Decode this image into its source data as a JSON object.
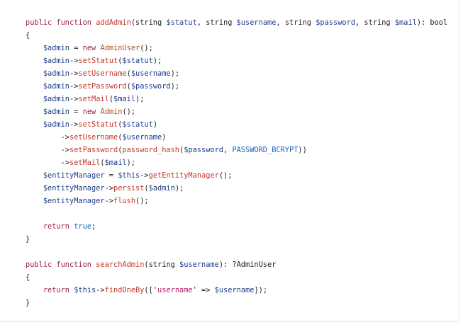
{
  "code_lines": [
    [
      [
        "kw",
        "public function "
      ],
      [
        "fn",
        "addAdmin"
      ],
      [
        "p",
        "(string "
      ],
      [
        "v",
        "$statut"
      ],
      [
        "p",
        ", string "
      ],
      [
        "v",
        "$username"
      ],
      [
        "p",
        ", string "
      ],
      [
        "v",
        "$password"
      ],
      [
        "p",
        ", string "
      ],
      [
        "v",
        "$mail"
      ],
      [
        "p",
        "): bool"
      ]
    ],
    [
      [
        "p",
        "{"
      ]
    ],
    [
      [
        "p",
        "    "
      ],
      [
        "v",
        "$admin"
      ],
      [
        "p",
        " = "
      ],
      [
        "kw",
        "new "
      ],
      [
        "cls",
        "AdminUser"
      ],
      [
        "p",
        "();"
      ]
    ],
    [
      [
        "p",
        "    "
      ],
      [
        "v",
        "$admin"
      ],
      [
        "p",
        "->"
      ],
      [
        "fn",
        "setStatut"
      ],
      [
        "p",
        "("
      ],
      [
        "v",
        "$statut"
      ],
      [
        "p",
        ");"
      ]
    ],
    [
      [
        "p",
        "    "
      ],
      [
        "v",
        "$admin"
      ],
      [
        "p",
        "->"
      ],
      [
        "fn",
        "setUsername"
      ],
      [
        "p",
        "("
      ],
      [
        "v",
        "$username"
      ],
      [
        "p",
        ");"
      ]
    ],
    [
      [
        "p",
        "    "
      ],
      [
        "v",
        "$admin"
      ],
      [
        "p",
        "->"
      ],
      [
        "fn",
        "setPassword"
      ],
      [
        "p",
        "("
      ],
      [
        "v",
        "$password"
      ],
      [
        "p",
        ");"
      ]
    ],
    [
      [
        "p",
        "    "
      ],
      [
        "v",
        "$admin"
      ],
      [
        "p",
        "->"
      ],
      [
        "fn",
        "setMail"
      ],
      [
        "p",
        "("
      ],
      [
        "v",
        "$mail"
      ],
      [
        "p",
        ");"
      ]
    ],
    [
      [
        "p",
        "    "
      ],
      [
        "v",
        "$admin"
      ],
      [
        "p",
        " = "
      ],
      [
        "kw",
        "new "
      ],
      [
        "cls",
        "Admin"
      ],
      [
        "p",
        "();"
      ]
    ],
    [
      [
        "p",
        "    "
      ],
      [
        "v",
        "$admin"
      ],
      [
        "p",
        "->"
      ],
      [
        "fn",
        "setStatut"
      ],
      [
        "p",
        "("
      ],
      [
        "v",
        "$statut"
      ],
      [
        "p",
        ")"
      ]
    ],
    [
      [
        "p",
        "        ->"
      ],
      [
        "fn",
        "setUsername"
      ],
      [
        "p",
        "("
      ],
      [
        "v",
        "$username"
      ],
      [
        "p",
        ")"
      ]
    ],
    [
      [
        "p",
        "        ->"
      ],
      [
        "fn",
        "setPassword"
      ],
      [
        "p",
        "("
      ],
      [
        "fn",
        "password_hash"
      ],
      [
        "p",
        "("
      ],
      [
        "v",
        "$password"
      ],
      [
        "p",
        ", "
      ],
      [
        "const",
        "PASSWORD_BCRYPT"
      ],
      [
        "p",
        "))"
      ]
    ],
    [
      [
        "p",
        "        ->"
      ],
      [
        "fn",
        "setMail"
      ],
      [
        "p",
        "("
      ],
      [
        "v",
        "$mail"
      ],
      [
        "p",
        ");"
      ]
    ],
    [
      [
        "p",
        "    "
      ],
      [
        "v",
        "$entityManager"
      ],
      [
        "p",
        " = "
      ],
      [
        "v",
        "$this"
      ],
      [
        "p",
        "->"
      ],
      [
        "fn",
        "getEntityManager"
      ],
      [
        "p",
        "();"
      ]
    ],
    [
      [
        "p",
        "    "
      ],
      [
        "v",
        "$entityManager"
      ],
      [
        "p",
        "->"
      ],
      [
        "fn",
        "persist"
      ],
      [
        "p",
        "("
      ],
      [
        "v",
        "$admin"
      ],
      [
        "p",
        ");"
      ]
    ],
    [
      [
        "p",
        "    "
      ],
      [
        "v",
        "$entityManager"
      ],
      [
        "p",
        "->"
      ],
      [
        "fn",
        "flush"
      ],
      [
        "p",
        "();"
      ]
    ],
    [
      [
        "p",
        ""
      ]
    ],
    [
      [
        "p",
        "    "
      ],
      [
        "kw",
        "return "
      ],
      [
        "bool",
        "true"
      ],
      [
        "p",
        ";"
      ]
    ],
    [
      [
        "p",
        "}"
      ]
    ],
    [
      [
        "p",
        ""
      ]
    ],
    [
      [
        "kw",
        "public function "
      ],
      [
        "fn",
        "searchAdmin"
      ],
      [
        "p",
        "(string "
      ],
      [
        "v",
        "$username"
      ],
      [
        "p",
        "): ?AdminUser"
      ]
    ],
    [
      [
        "p",
        "{"
      ]
    ],
    [
      [
        "p",
        "    "
      ],
      [
        "kw",
        "return "
      ],
      [
        "v",
        "$this"
      ],
      [
        "p",
        "->"
      ],
      [
        "fn",
        "findOneBy"
      ],
      [
        "p",
        "(['"
      ],
      [
        "str",
        "username"
      ],
      [
        "p",
        "' => "
      ],
      [
        "v",
        "$username"
      ],
      [
        "p",
        "]);"
      ]
    ],
    [
      [
        "p",
        "}"
      ]
    ]
  ]
}
